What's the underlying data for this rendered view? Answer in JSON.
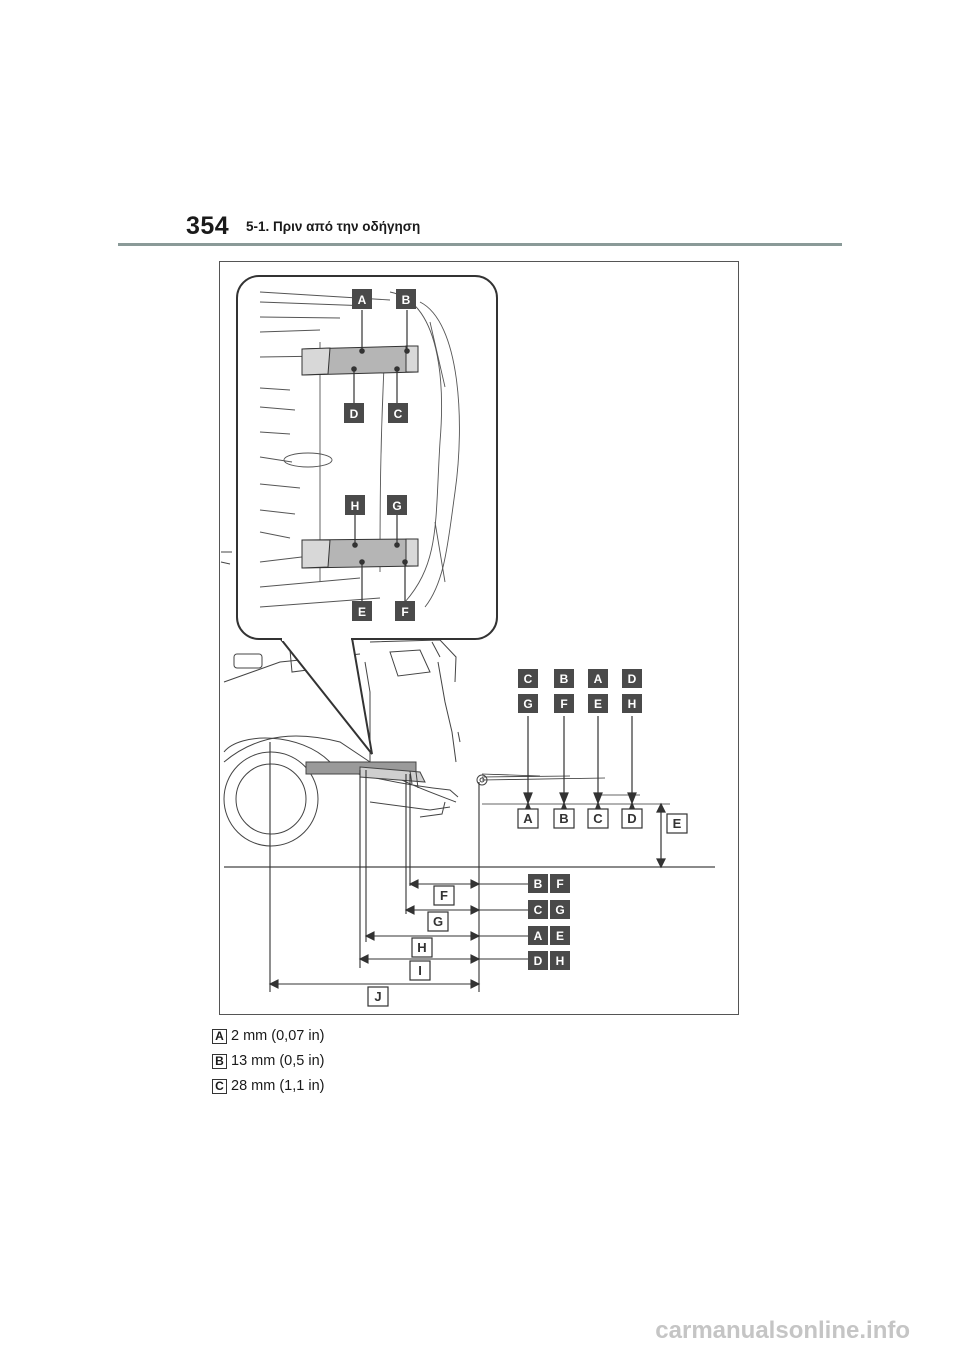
{
  "header": {
    "page_number": "354",
    "section_title": "5-1. Πριν από την οδήγηση"
  },
  "figure": {
    "inset_top_labels": [
      "A",
      "B"
    ],
    "inset_mid_labels": [
      "D",
      "C"
    ],
    "inset_lower_labels": [
      "H",
      "G"
    ],
    "inset_bottom_labels": [
      "E",
      "F"
    ],
    "upper_pair_top": [
      "C",
      "B",
      "A",
      "D"
    ],
    "upper_pair_bottom": [
      "G",
      "F",
      "E",
      "H"
    ],
    "bottom_marker_labels": [
      "A",
      "B",
      "C",
      "D"
    ],
    "height_label": "E",
    "length_labels": [
      "F",
      "G",
      "H",
      "I",
      "J"
    ],
    "length_pairs": [
      [
        "B",
        "F"
      ],
      [
        "C",
        "G"
      ],
      [
        "A",
        "E"
      ],
      [
        "D",
        "H"
      ]
    ]
  },
  "specs": [
    {
      "key": "A",
      "value": "2 mm (0,07 in)"
    },
    {
      "key": "B",
      "value": "13 mm (0,5 in)"
    },
    {
      "key": "C",
      "value": "28 mm (1,1 in)"
    }
  ],
  "watermark": "carmanualsonline.info",
  "colors": {
    "badge": "#4a4a4a",
    "header_rule": "#8a9a98",
    "frame": "#555555",
    "watermark": "#c5c5c5"
  }
}
